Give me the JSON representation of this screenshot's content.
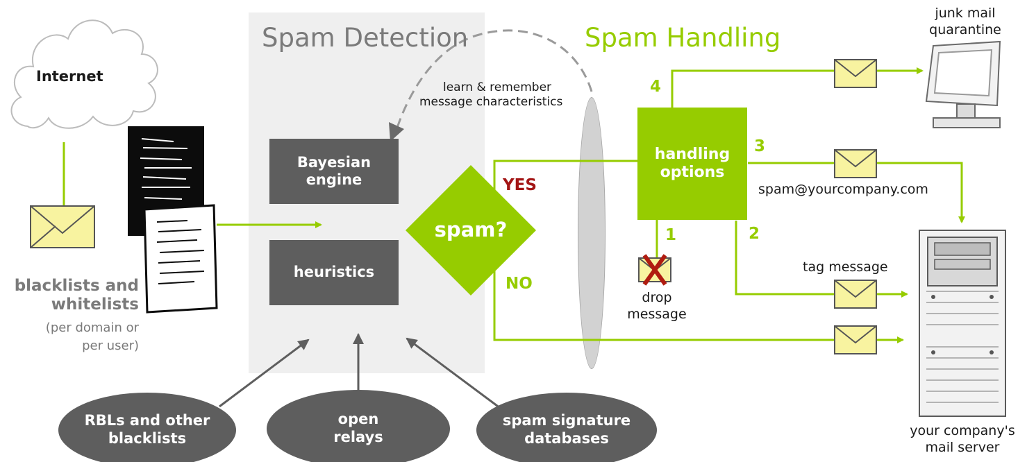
{
  "colors": {
    "accent_green": "#96cc00",
    "dark_gray": "#5e5e5e",
    "detection_panel": "#efefef",
    "yes_red": "#a31515",
    "envelope_yellow": "#f8f3a0",
    "drop_mark": "#b01c10"
  },
  "sections": {
    "detection_title": "Spam Detection",
    "handling_title": "Spam Handling"
  },
  "source": {
    "internet": "Internet",
    "lists_title_line1": "blacklists and",
    "lists_title_line2": "whitelists",
    "lists_note_line1": "(per domain or",
    "lists_note_line2": "per user)"
  },
  "detection": {
    "bayesian_line1": "Bayesian",
    "bayesian_line2": "engine",
    "heuristics": "heuristics",
    "learn_line1": "learn & remember",
    "learn_line2": "message characteristics",
    "decision": "spam?",
    "yes": "YES",
    "no": "NO"
  },
  "inputs": [
    {
      "line1": "RBLs and other",
      "line2": "blacklists"
    },
    {
      "line1": "open",
      "line2": "relays"
    },
    {
      "line1": "spam signature",
      "line2": "databases"
    }
  ],
  "handling": {
    "options_line1": "handling",
    "options_line2": "options",
    "option_numbers": [
      "1",
      "2",
      "3",
      "4"
    ],
    "drop_line1": "drop",
    "drop_line2": "message",
    "tag": "tag message",
    "forward_address": "spam@yourcompany.com"
  },
  "destinations": {
    "quarantine_line1": "junk mail",
    "quarantine_line2": "quarantine",
    "server_line1": "your company's",
    "server_line2": "mail server"
  },
  "icons": [
    "cloud-icon",
    "envelope-icon",
    "document-icon",
    "monitor-icon",
    "server-icon",
    "drop-x-icon"
  ]
}
